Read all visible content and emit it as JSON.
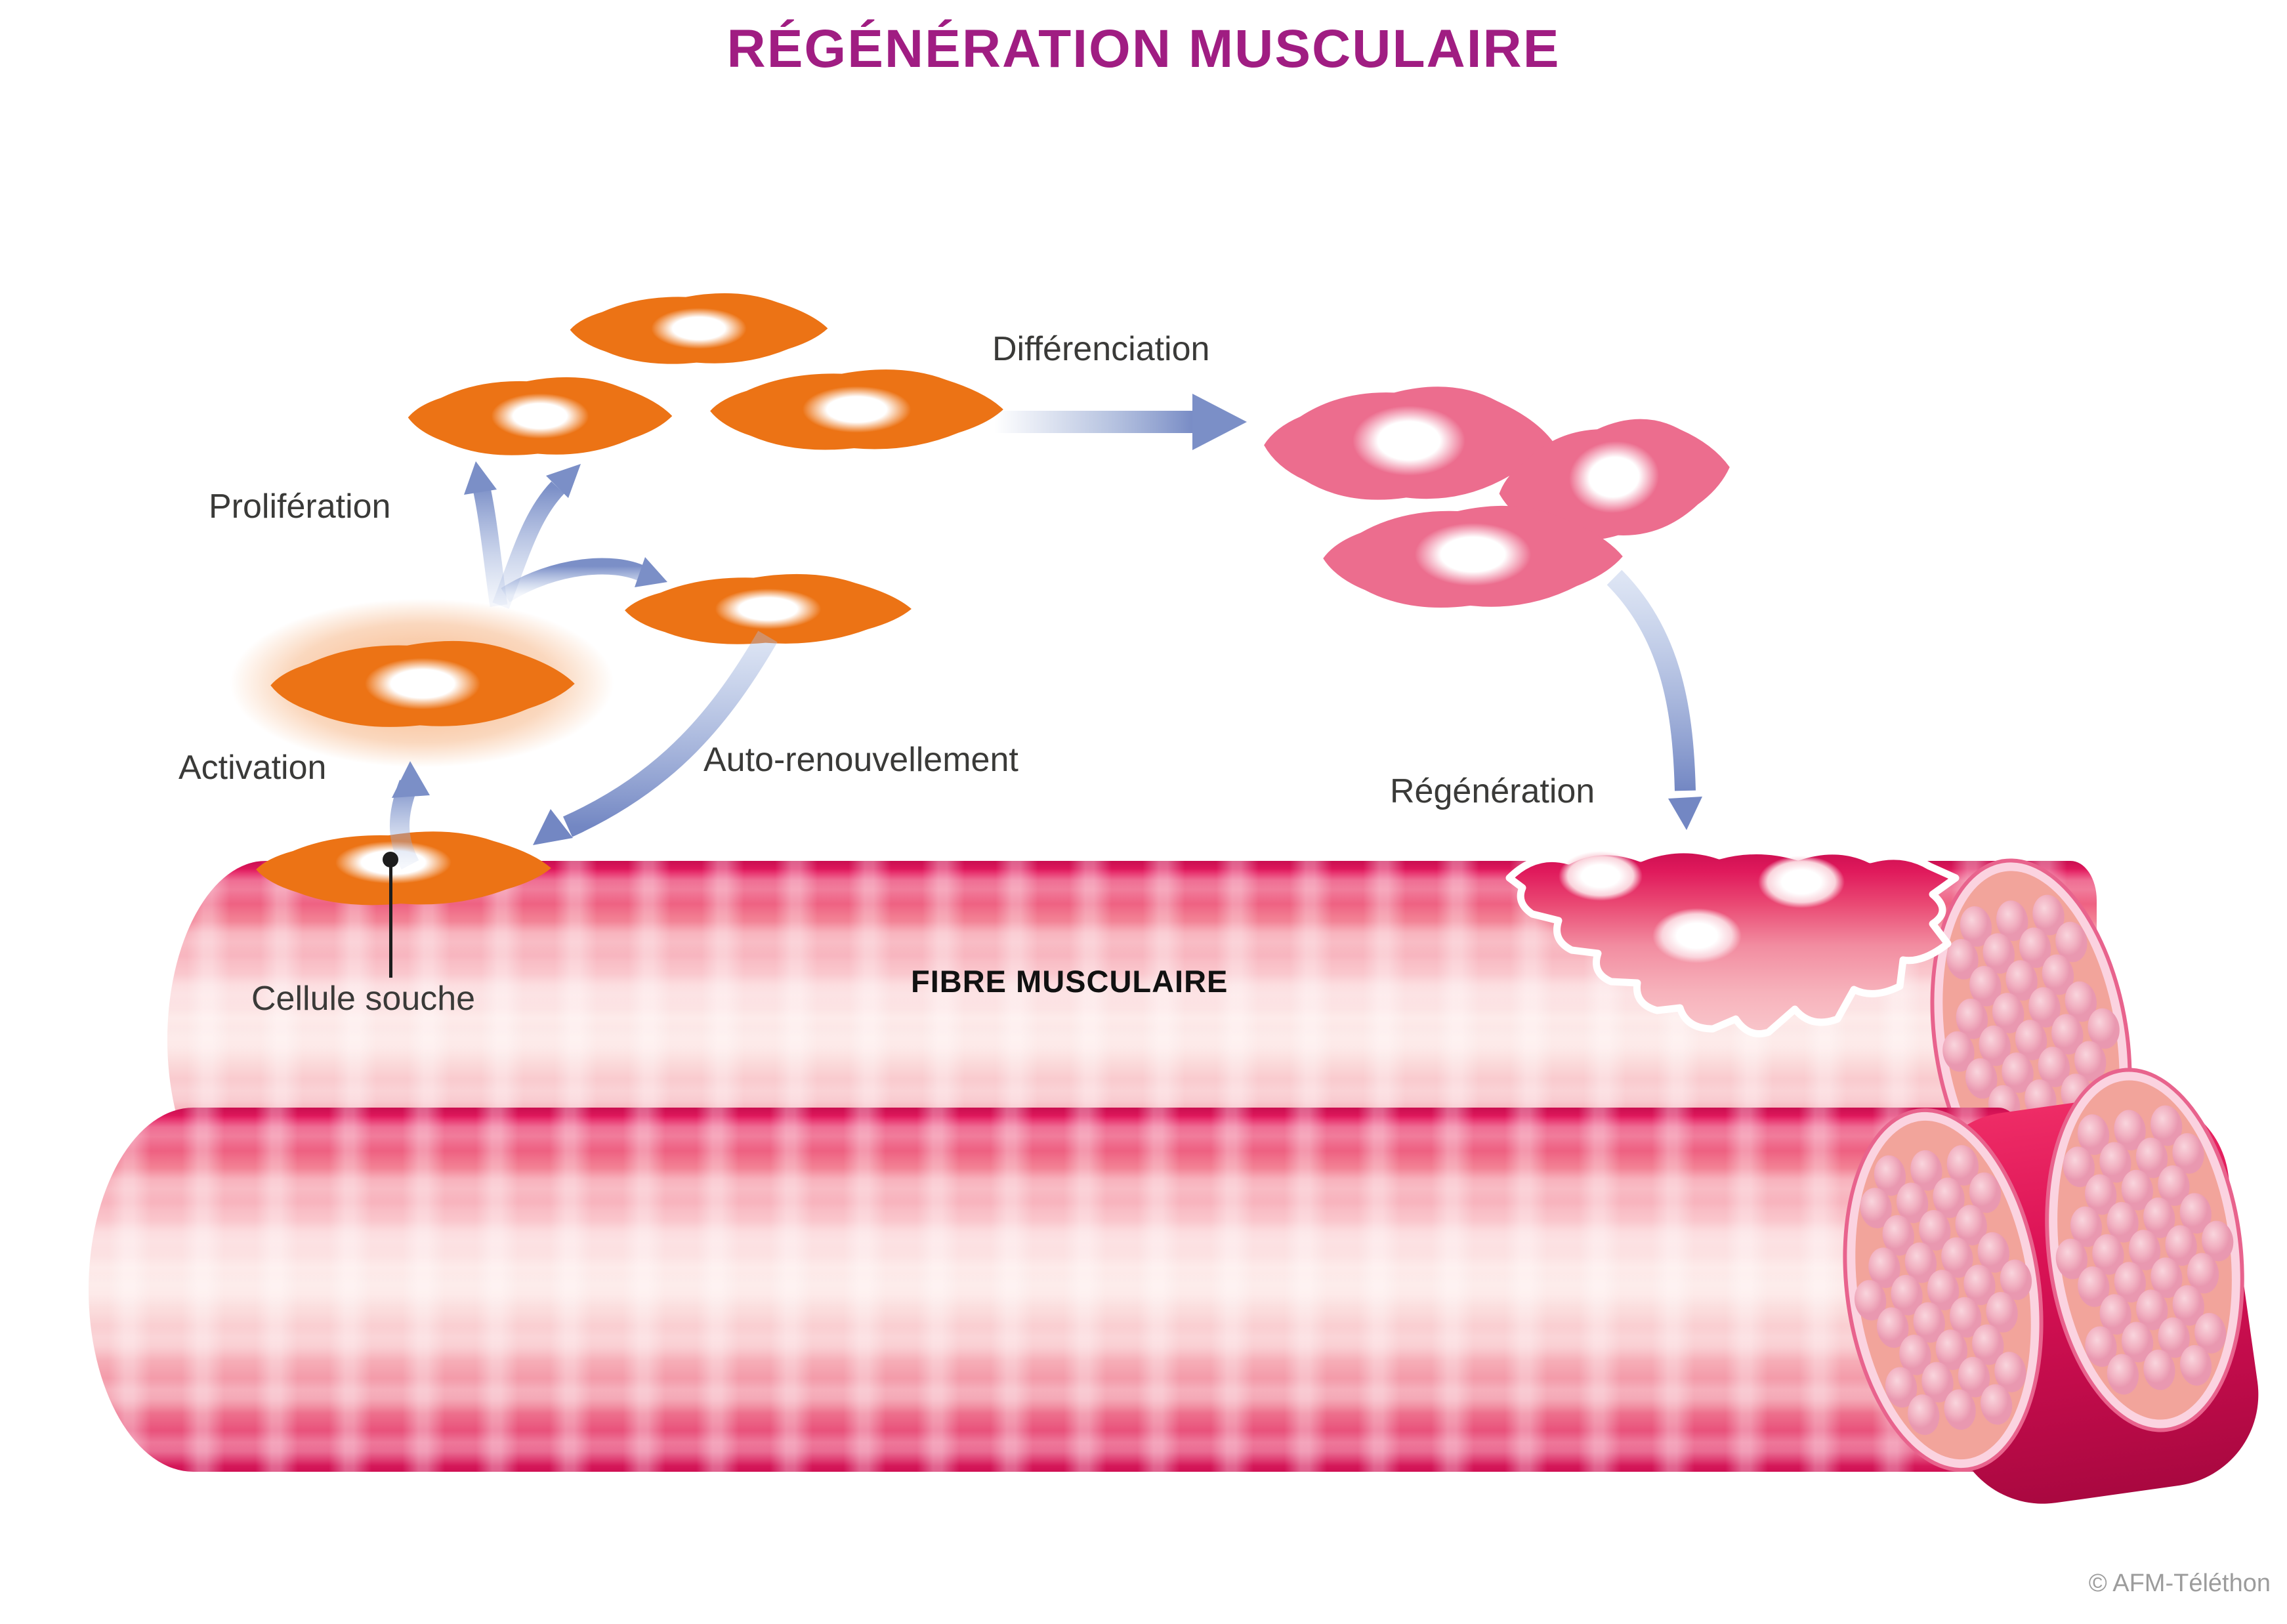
{
  "title": {
    "text": "RÉGÉNÉRATION MUSCULAIRE"
  },
  "process_labels": {
    "activation": "Activation",
    "proliferation": "Prolifération",
    "self_renewal": "Auto-renouvellement",
    "differentiation": "Différenciation",
    "regeneration": "Régénération"
  },
  "annotations": {
    "stem_cell": "Cellule souche",
    "muscle_fiber": "FIBRE MUSCULAIRE"
  },
  "credit": "© AFM-Téléthon",
  "colors": {
    "title_magenta": "#A01D82",
    "satellite_cell_orange": "#EC7315",
    "myoblast_pink": "#EC6D8E",
    "arrow_blue": "#7B8FC7",
    "fiber_crimson": "#E0134F",
    "fiber_light": "#FDEBEA",
    "label_text": "#3A3A38",
    "credit_gray": "#9C9C9C"
  },
  "diagram": {
    "type": "cycle",
    "nodes": [
      {
        "id": "stem-cell-on-fiber",
        "label": "Cellule souche",
        "cell_color": "orange",
        "location": "on muscle fiber surface"
      },
      {
        "id": "activated-cell",
        "cell_color": "orange",
        "appearance": "glowing"
      },
      {
        "id": "proliferating-cells",
        "cell_color": "orange",
        "count": 3
      },
      {
        "id": "self-renewing-cell",
        "cell_color": "orange",
        "count": 1
      },
      {
        "id": "differentiated-myoblasts",
        "cell_color": "pink",
        "count": 3
      },
      {
        "id": "regenerating-fiber-patch",
        "nuclei": 3,
        "location": "damaged area of muscle fiber"
      }
    ],
    "edges": [
      {
        "from": "stem-cell-on-fiber",
        "to": "activated-cell",
        "label": "Activation"
      },
      {
        "from": "activated-cell",
        "to": "proliferating-cells",
        "label": "Prolifération"
      },
      {
        "from": "self-renewing-cell",
        "to": "stem-cell-on-fiber",
        "label": "Auto-renouvellement"
      },
      {
        "from": "proliferating-cells",
        "to": "differentiated-myoblasts",
        "label": "Différenciation"
      },
      {
        "from": "differentiated-myoblasts",
        "to": "regenerating-fiber-patch",
        "label": "Régénération"
      }
    ],
    "fibers_depicted": 2,
    "fiber_cross_sections_depicted": 3
  }
}
